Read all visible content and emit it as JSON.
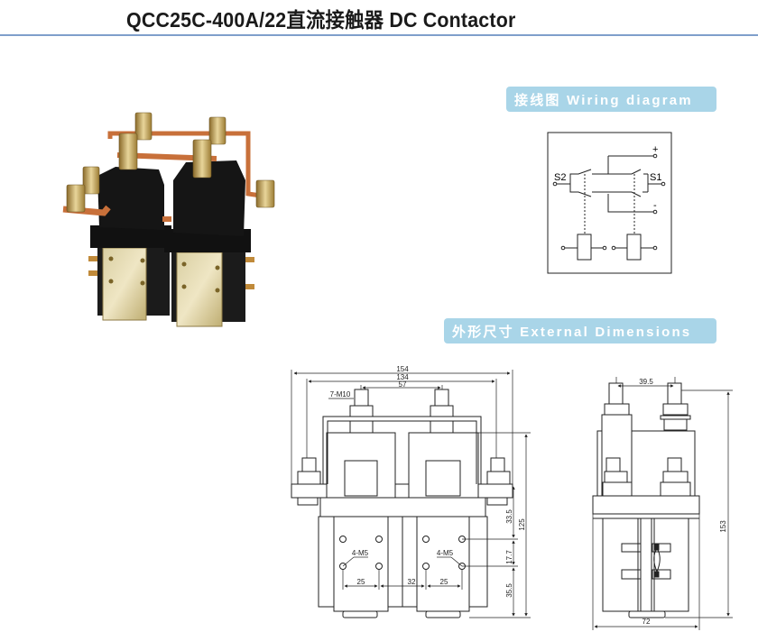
{
  "header": {
    "title": "QCC25C-400A/22直流接触器 DC Contactor"
  },
  "sections": {
    "wiring": {
      "label": "接线图 Wiring diagram"
    },
    "dimensions": {
      "label": "外形尺寸 External Dimensions"
    }
  },
  "wiring_diagram": {
    "plus": "+",
    "minus": "-",
    "s1": "S1",
    "s2": "S2"
  },
  "front_view": {
    "overall_width": "154",
    "bolt_span": "134",
    "stud_span": "57",
    "stud_thread": "7-M10",
    "mount_holes_left": "4-M5",
    "mount_holes_right": "4-M5",
    "hole_pitch_left": "25",
    "center_gap": "32",
    "hole_pitch_right": "25",
    "height": "125",
    "v1": "33.5",
    "v2": "17.7",
    "v3": "35.5"
  },
  "side_view": {
    "stud_pitch": "39.5",
    "height": "153",
    "width": "72"
  },
  "colors": {
    "accent_badge": "#a9d5e8",
    "rule": "#7f9fcb"
  }
}
